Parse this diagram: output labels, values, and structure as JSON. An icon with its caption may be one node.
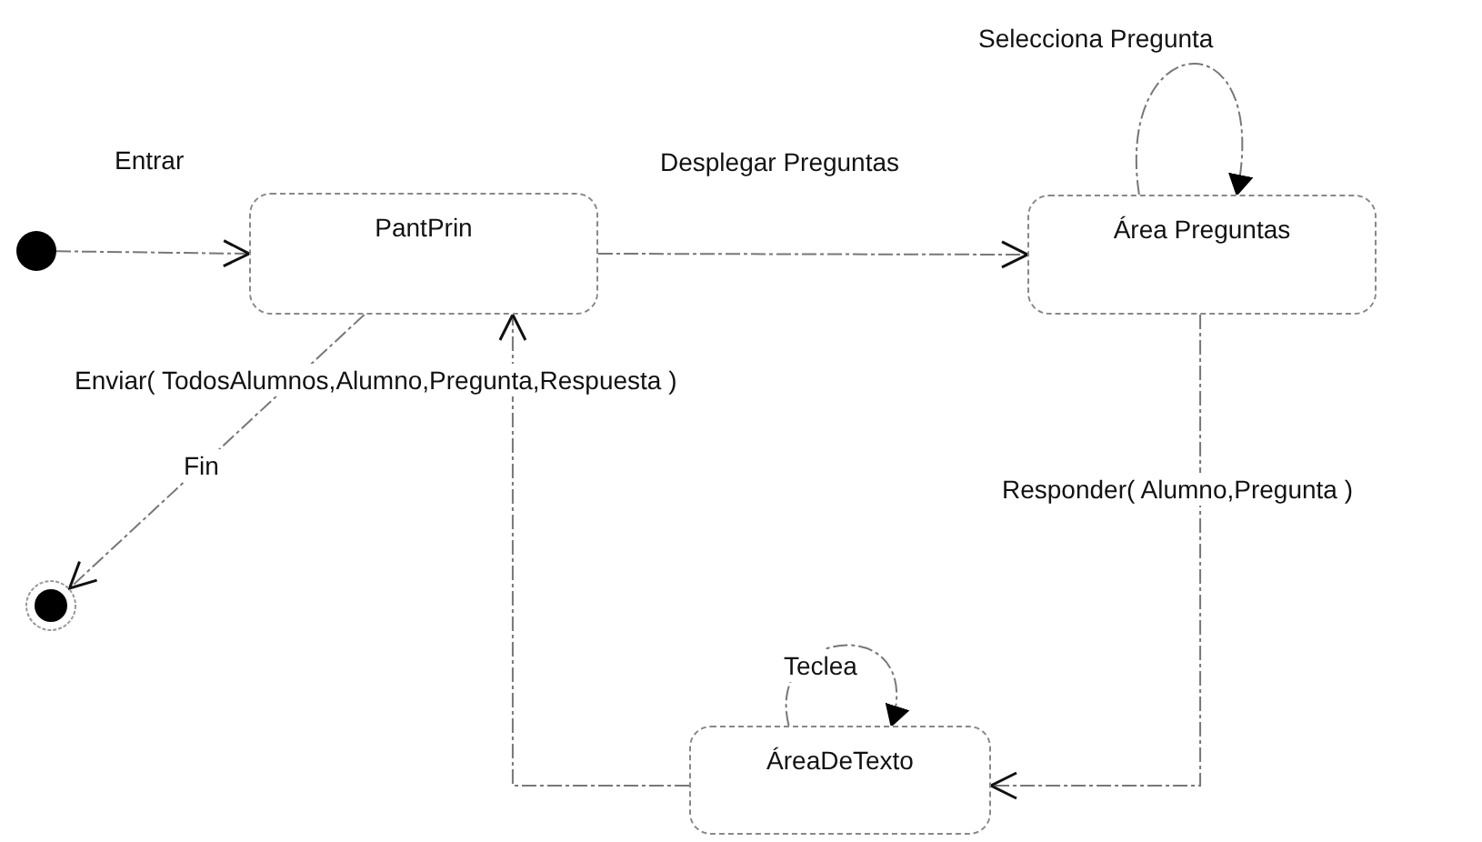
{
  "diagram": {
    "nodes": [
      {
        "text": [],
        "shape": "circle"
      },
      {
        "text": [
          "PantPrin"
        ]
      },
      {
        "text": [
          "Área Preguntas"
        ]
      },
      {
        "text": [],
        "shape": "circle"
      },
      {
        "text": [
          "ÁreaDeTexto"
        ]
      }
    ],
    "edges": [
      {
        "from": 0,
        "to": 1,
        "arrow": "to",
        "label": "Entrar"
      },
      {
        "from": 1,
        "to": 2,
        "arrow": "to",
        "label": "Desplegar Preguntas"
      },
      {
        "from": 2,
        "to": 2,
        "arrow": "to",
        "label": "Selecciona Pregunta"
      },
      {
        "from": 2,
        "to": 4,
        "arrow": "to",
        "label": "Responder( Alumno,Pregunta )"
      },
      {
        "from": 4,
        "to": 4,
        "arrow": "to",
        "label": "Teclea"
      },
      {
        "from": 4,
        "to": 1,
        "arrow": "to",
        "label": "Enviar( TodosAlumnos,Alumno,Pregunta,Respuesta )"
      },
      {
        "from": 1,
        "to": 3,
        "arrow": "to",
        "label": "Fin"
      }
    ]
  }
}
